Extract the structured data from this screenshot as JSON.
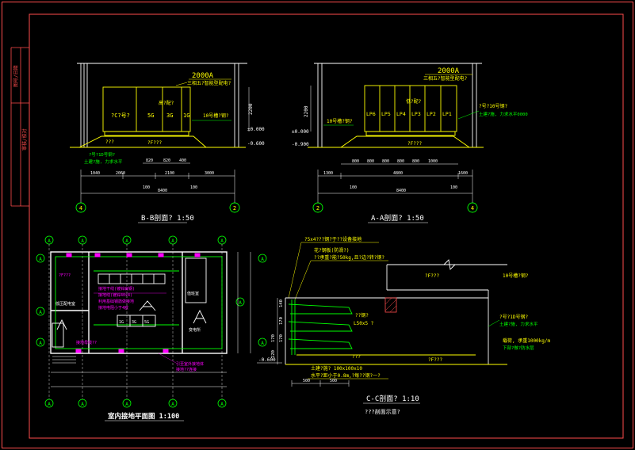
{
  "colors": {
    "border": "#ff4d4d",
    "frame": "#ff4d4d",
    "wall": "#ffffff",
    "dim": "#ffffff",
    "cabinet": "#ffff00",
    "label": "#ffff00",
    "ground": "#ffff00",
    "note": "#00ff00",
    "cable": "#00ff00",
    "wiring": "#ff00ff",
    "axis": "#00ff00",
    "axis_text": "#ffff00",
    "hatch": "#ff4d4d"
  },
  "title_strip": {
    "lines": [
      "图号/日期",
      "审核/校对"
    ]
  },
  "section_bb": {
    "current_label": "2000A",
    "cabinet_model": "三相五?智能型配电?",
    "cabinets": [
      "?C?号?",
      "5G",
      "3G",
      "1G"
    ],
    "group_label": "高?配?",
    "cable_label": "10号槽?钢?",
    "floor_label": "?F???",
    "ground_label": "???",
    "note_line1": "?号?1D号钢?",
    "note_line2": "土建?施, 力求水平",
    "elev_top": "±0.000",
    "elev_bottom": "-0.600",
    "height_dim": "2200",
    "dims_upper": [
      "820",
      "820",
      "400"
    ],
    "dims_lower": [
      "1040",
      "2060",
      "2100",
      "3000"
    ],
    "dims_mid": [
      "100",
      "100"
    ],
    "total": "8400",
    "axis_left": "4",
    "axis_right": "2",
    "title": "B-B剖面? 1:50"
  },
  "section_aa": {
    "current_label": "2000A",
    "cabinet_model": "三相五?智能型配电?",
    "cabinets": [
      "LP6",
      "LP5",
      "LP4",
      "LP3",
      "LP2",
      "LP1"
    ],
    "group_label": "低?配?",
    "cable_label_left": "10号槽?钢?",
    "cable_label_right": "?号?10号钢?",
    "note_right": "土建?施, 力求水平0000",
    "floor_label": "?F???",
    "elev_top": "±0.000",
    "elev_bottom": "-0.900",
    "height_dim": "2200",
    "dims_upper": [
      "800",
      "800",
      "800",
      "800",
      "800",
      "1000"
    ],
    "dims_lower": [
      "1300",
      "4800",
      "1600"
    ],
    "dims_mid": [
      "100",
      "100"
    ],
    "total": "8400",
    "axis_left": "2",
    "axis_right": "4",
    "title": "A-A剖面?    1:50"
  },
  "plan": {
    "title": "室内接地平面图 1:100",
    "axis_top": [
      "A",
      "A",
      "A",
      "A",
      "A"
    ],
    "axis_bottom": [
      "A",
      "A",
      "A",
      "A",
      "A"
    ],
    "axis_left": [
      "A",
      "A",
      "A"
    ],
    "axis_right": [
      "A",
      "A",
      "A"
    ],
    "rooms": [
      "低压配电室",
      "值班室",
      "变电所"
    ],
    "cabinet_cells": [
      "1G",
      "3G",
      "5G"
    ],
    "notes": [
      "?F???",
      "接地干线(镀锌扁钢)",
      "接地线(镀锌40x4)",
      "利用基础钢筋做接地",
      "接地电阻小于4欧",
      "引至室外接地体",
      "接地??连接",
      "接地母线??"
    ]
  },
  "section_cc": {
    "top_note1": "?5x4???钢?于??设备接地",
    "top_note2": "花?钢板(防滑?)",
    "top_note3": "??承重?能?50kg,且?边?转?钢?",
    "floor_label": "?F???",
    "cable_label": "10号槽?钢?",
    "angle_label": "??钢?",
    "angle_size": "L50x5 ?",
    "right_note1": "?号?1D号钢?",
    "right_note2": "土建?施, 力求水平",
    "load_note1": "载荷, 承重1000kg/m",
    "load_note2": "下部?做?防水层",
    "ground_label": "???",
    "floor_bottom": "?F???",
    "bottom_note1": "土建?施? 100x100x10",
    "bottom_note2": "水平?距小于0.8m,?每??钢?一?",
    "elev": "-0.600",
    "vdims": [
      "140",
      "170",
      "170",
      "170",
      "120"
    ],
    "hdims": [
      "500",
      "500"
    ],
    "title": "C-C剖面?   1:10",
    "subtitle": "???剖面示意?"
  }
}
